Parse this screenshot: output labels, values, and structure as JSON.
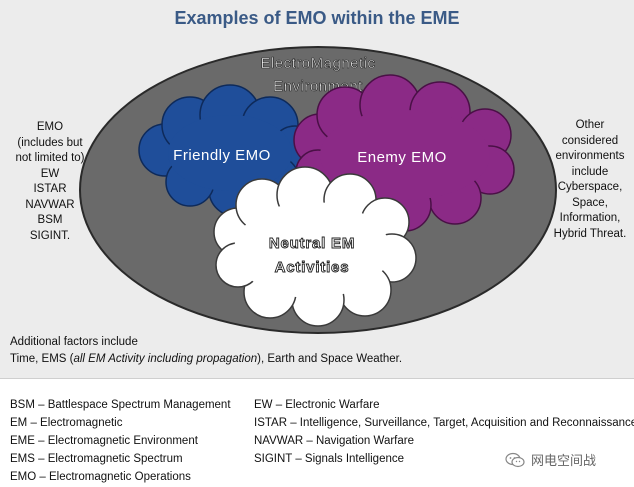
{
  "title": "Examples of EMO within the EME",
  "environment_label": [
    "ElectroMagnetic",
    "Environment"
  ],
  "friendly_label": "Friendly EMO",
  "enemy_label": "Enemy EMO",
  "neutral_label": [
    "Neutral EM",
    "Activities"
  ],
  "left_list": [
    "EMO",
    "(includes but",
    "not limited to)",
    "EW",
    "ISTAR",
    "NAVWAR",
    "BSM",
    "SIGINT."
  ],
  "right_list": [
    "Other",
    "considered",
    "environments",
    "include",
    "Cyberspace,",
    "Space,",
    "Information,",
    "Hybrid Threat."
  ],
  "factors": {
    "line1": "Additional factors include",
    "line2_pre": "Time, EMS (",
    "line2_italic": "all EM Activity including propagation",
    "line2_post": "), Earth and Space Weather."
  },
  "glossary_left": [
    "BSM – Battlespace Spectrum Management",
    "EM – Electromagnetic",
    "EME – Electromagnetic Environment",
    "EMS – Electromagnetic Spectrum",
    "EMO – Electromagnetic Operations"
  ],
  "glossary_right": [
    "EW – Electronic Warfare",
    "ISTAR – Intelligence, Surveillance, Target, Acquisition and Reconnaissance",
    "NAVWAR – Navigation Warfare",
    "SIGINT – Signals Intelligence"
  ],
  "watermark": "网电空间战",
  "watermark_icon": "wechat-icon",
  "colors": {
    "title": "#3a5a86",
    "environment": "#6a6a6a",
    "friendly": "#1f4e9a",
    "enemy": "#8b2a86",
    "neutral": "#ffffff"
  }
}
